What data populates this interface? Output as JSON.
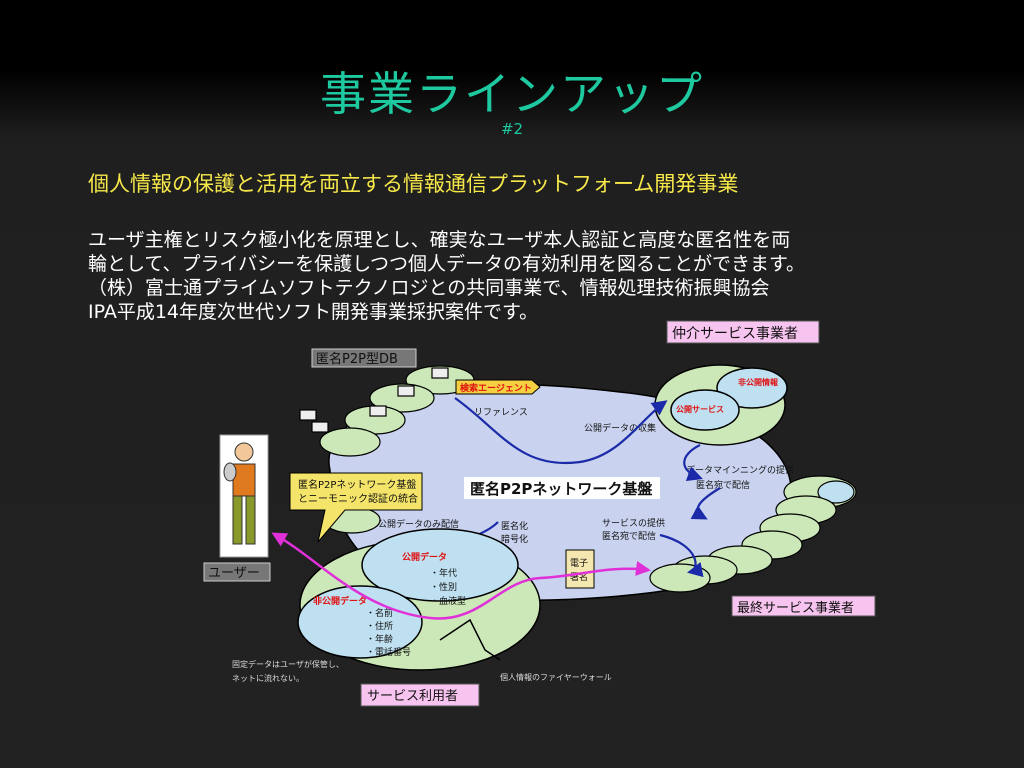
{
  "slide": {
    "title": "事業ラインアップ",
    "number": "#2",
    "heading": "個人情報の保護と活用を両立する情報通信プラットフォーム開発事業",
    "body_lines": [
      "ユーザ主権とリスク極小化を原理とし、確実なユーザ本人認証と高度な匿名性を両",
      "輪として、プライバシーを保護しつつ個人データの有効利用を図ることができます。",
      "（株）富士通プライムソフトテクノロジとの共同事業で、情報処理技術振興協会",
      "IPA平成14年度次世代ソフト開発事業採択案件です。"
    ]
  },
  "diagram": {
    "anon_db_label": "匿名P2P型DB",
    "search_agent": "検索エージェント",
    "reference": "リファレンス",
    "public_collect": "公開データの収集",
    "core_label": "匿名P2Pネットワーク基盤",
    "callout_line1": "匿名P2Pネットワーク基盤",
    "callout_line2": "とニーモニック認証の統合",
    "public_only": "公開データのみ配信",
    "anonymize_line1": "匿名化",
    "anonymize_line2": "暗号化",
    "mining_line1": "データマインニングの提供",
    "mining_line2": "匿名宛で配信",
    "service_line1": "サービスの提供",
    "service_line2": "匿名宛で配信",
    "broker_label": "仲介サービス事業者",
    "broker_private": "非公開情報",
    "broker_public": "公開サービス",
    "user_label": "ユーザー",
    "public_data_title": "公開データ",
    "public_data_items": [
      "・年代",
      "・性別",
      "・血液型"
    ],
    "private_data_title": "非公開データ",
    "private_data_items": [
      "・名前",
      "・住所",
      "・年齢",
      "・電話番号"
    ],
    "esign_line1": "電子",
    "esign_line2": "署名",
    "final_label": "最終サービス事業者",
    "fixed_note_line1": "固定データはユーザが保管し、",
    "fixed_note_line2": "ネットに流れない。",
    "firewall": "個人情報のファイヤーウォール",
    "service_user_label": "サービス利用者"
  },
  "colors": {
    "title": "#1ec9a0",
    "heading": "#f7e84a",
    "cloud": "#c9d3ef",
    "green": "#cde8b8",
    "label_box": "#f7c4ef",
    "arrow_blue": "#1b2aa8",
    "arrow_magenta": "#e030d8",
    "red_text": "#e01010"
  }
}
